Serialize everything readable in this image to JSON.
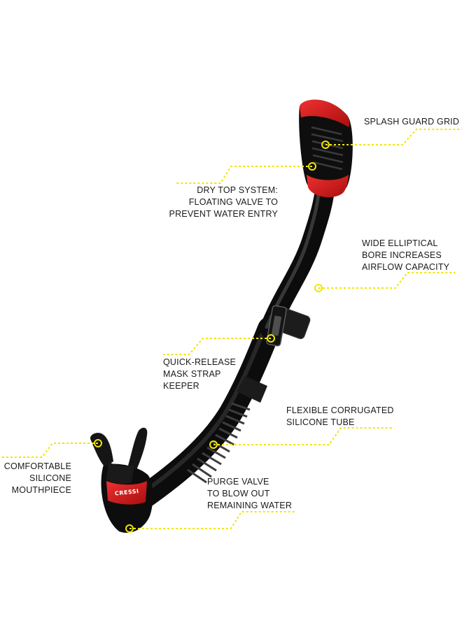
{
  "brand": {
    "logo_text": "CRESSI"
  },
  "colors": {
    "accent_red": "#d21a1a",
    "body_black": "#111111",
    "callout_yellow": "#f2e600"
  },
  "callouts": [
    {
      "id": "splash-guard-grid",
      "lines": [
        "SPLASH GUARD GRID"
      ]
    },
    {
      "id": "dry-top-system",
      "lines": [
        "DRY TOP SYSTEM:",
        "FLOATING VALVE TO",
        "PREVENT WATER ENTRY"
      ]
    },
    {
      "id": "wide-elliptical-bore",
      "lines": [
        "WIDE ELLIPTICAL",
        "BORE INCREASES",
        "AIRFLOW CAPACITY"
      ]
    },
    {
      "id": "quick-release-keeper",
      "lines": [
        "QUICK-RELEASE",
        "MASK STRAP",
        "KEEPER"
      ]
    },
    {
      "id": "flexible-tube",
      "lines": [
        "FLEXIBLE CORRUGATED",
        "SILICONE TUBE"
      ]
    },
    {
      "id": "mouthpiece",
      "lines": [
        "COMFORTABLE",
        "SILICONE",
        "MOUTHPIECE"
      ]
    },
    {
      "id": "purge-valve",
      "lines": [
        "PURGE VALVE",
        "TO BLOW OUT",
        "REMAINING WATER"
      ]
    }
  ]
}
